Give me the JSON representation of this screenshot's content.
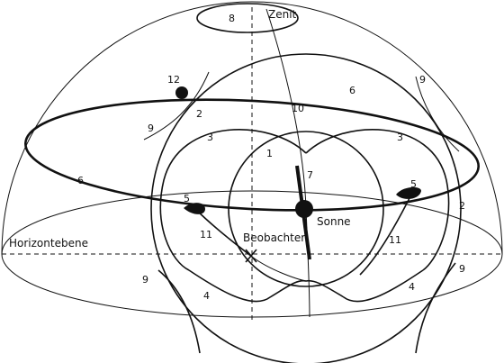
{
  "labels": {
    "zenith": "Zenit",
    "horizon_plane": "Horizontebene",
    "observer": "Beobachter",
    "sun": "Sonne"
  },
  "numbers": {
    "n1": "1",
    "n2_left": "2",
    "n2_right": "2",
    "n3_left": "3",
    "n3_right": "3",
    "n4_left": "4",
    "n4_right": "4",
    "n5_left": "5",
    "n5_right": "5",
    "n6_left": "6",
    "n6_right": "6",
    "n7": "7",
    "n8": "8",
    "n9_top_left": "9",
    "n9_top_right": "9",
    "n9_bottom_left": "9",
    "n9_bottom_right": "9",
    "n10": "10",
    "n11_left": "11",
    "n11_right": "11",
    "n12": "12"
  }
}
